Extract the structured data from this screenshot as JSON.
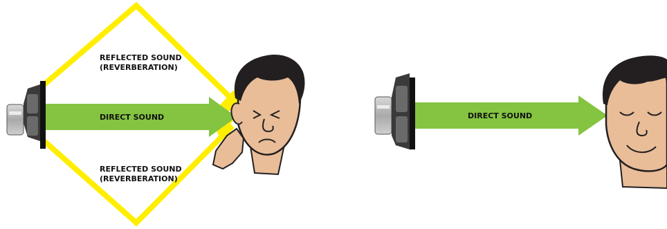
{
  "left_panel": {
    "reflected_top_line1": "REFLECTED SOUND",
    "reflected_top_line2": "(REVERBERATION)",
    "direct_label": "DIRECT SOUND",
    "reflected_bottom_line1": "REFLECTED SOUND",
    "reflected_bottom_line2": "(REVERBERATION)"
  },
  "right_panel": {
    "direct_label": "DIRECT SOUND"
  },
  "colors": {
    "direct_sound": "#84c441",
    "reflected_sound": "#ffee00",
    "skin": "#e8bd98",
    "hair": "#231f20",
    "speaker_body": "#3a3a3a",
    "speaker_magnet": "#b8b8b8"
  },
  "icons": [
    "speaker-icon",
    "listener-face-icon"
  ]
}
